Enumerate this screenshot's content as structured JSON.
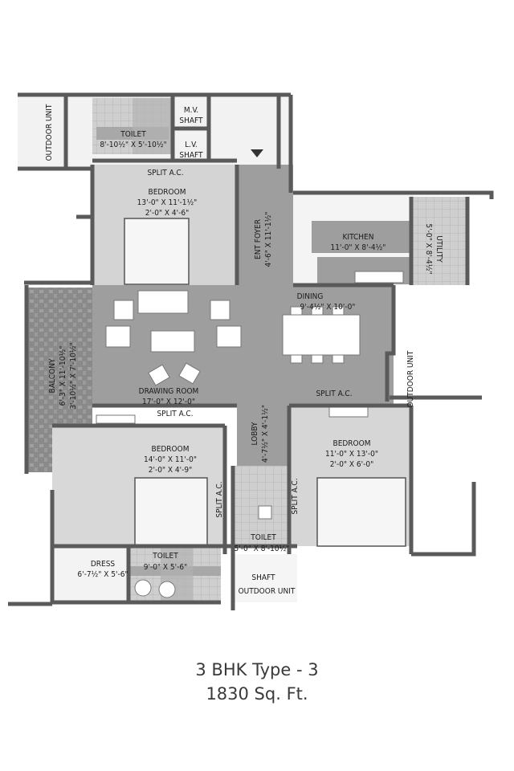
{
  "rooms": {
    "outdoor_unit_top": "OUTDOOR UNIT",
    "toilet_top": {
      "name": "TOILET",
      "size": "8'-10½\" X 5'-10½\""
    },
    "mv_shaft": {
      "line1": "M.V.",
      "line2": "SHAFT"
    },
    "lv_shaft": {
      "line1": "L.V.",
      "line2": "SHAFT"
    },
    "split_ac_1": "SPLIT A.C.",
    "bedroom_top": {
      "name": "BEDROOM",
      "size1": "13'-0\" X 11'-1½\"",
      "size2": "2'-0\" X 4'-6\""
    },
    "ent_foyer": {
      "name": "ENT FOYER",
      "size": "4'-6\" X 11'-1½\""
    },
    "kitchen": {
      "name": "KITCHEN",
      "size": "11'-0\" X 8'-4½\""
    },
    "utility": {
      "name": "UTILITY",
      "size": "5'-0\" X 8'-4½\""
    },
    "dining": {
      "name": "DINING",
      "size": "9'-4½\" X 10'-0\""
    },
    "balcony": {
      "name": "BALCONY",
      "size1": "6'-3\" X 11'-10½\"",
      "size2": "3'-10½\" X 7'-10½\""
    },
    "drawing_room": {
      "name": "DRAWING ROOM",
      "size": "17'-0\" X 12'-0\""
    },
    "outdoor_unit_right": "OUTDOOR UNIT",
    "split_ac_2": "SPLIT A.C.",
    "split_ac_3": "SPLIT A.C.",
    "lobby": {
      "name": "LOBBY",
      "size": "4'-7½\" X 4'-1½\""
    },
    "bedroom_left": {
      "name": "BEDROOM",
      "size1": "14'-0\" X 11'-0\"",
      "size2": "2'-0\" X 4'-9\""
    },
    "split_ac_4": "SPLIT A.C.",
    "split_ac_5": "SPLIT A.C.",
    "bedroom_right": {
      "name": "BEDROOM",
      "size1": "11'-0\" X 13'-0\"",
      "size2": "2'-0\" X 6'-0\""
    },
    "toilet_mid": {
      "name": "TOILET",
      "size": "5'-0\" X 8'-10½\""
    },
    "dress": {
      "name": "DRESS",
      "size": "6'-7½\" X 5'-6\""
    },
    "toilet_bottom": {
      "name": "TOILET",
      "size": "9'-0\" X 5'-6\""
    },
    "shaft": "SHAFT",
    "outdoor_unit_bottom": "OUTDOOR UNIT"
  },
  "caption": {
    "line1": "3 BHK Type - 3",
    "line2": "1830 Sq. Ft."
  }
}
